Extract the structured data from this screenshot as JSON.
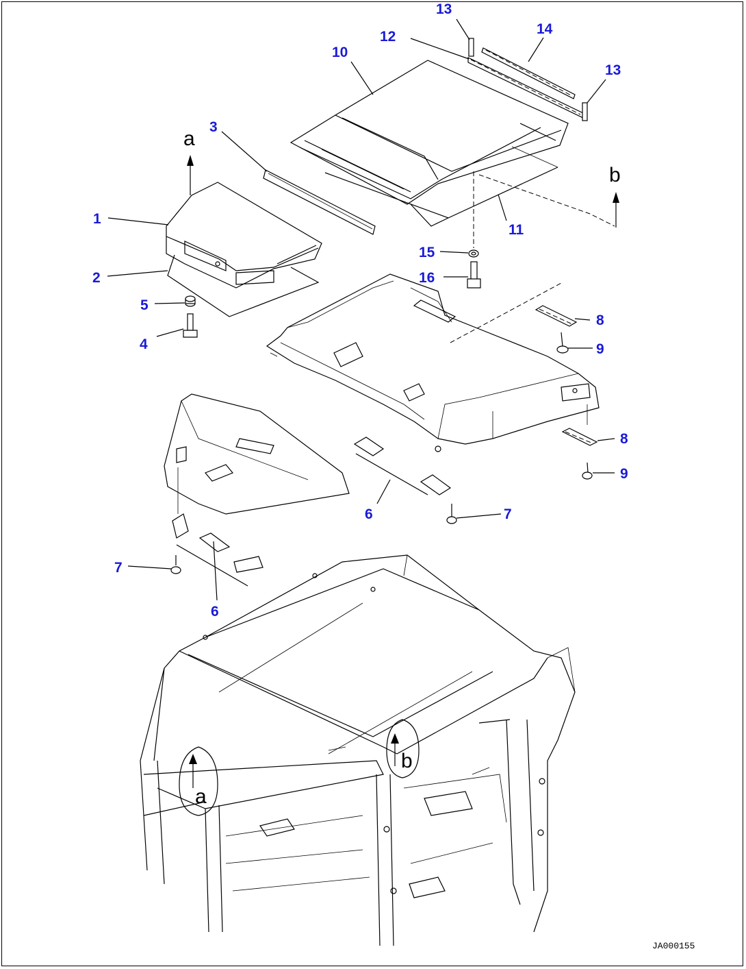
{
  "diagram": {
    "callouts": [
      "13",
      "14",
      "12",
      "10",
      "13",
      "3",
      "1",
      "11",
      "15",
      "16",
      "2",
      "5",
      "4",
      "8",
      "9",
      "8",
      "9",
      "6",
      "7",
      "7",
      "6"
    ],
    "view_letters": [
      "a",
      "b",
      "a",
      "b"
    ],
    "figure_id": "JA000155"
  }
}
